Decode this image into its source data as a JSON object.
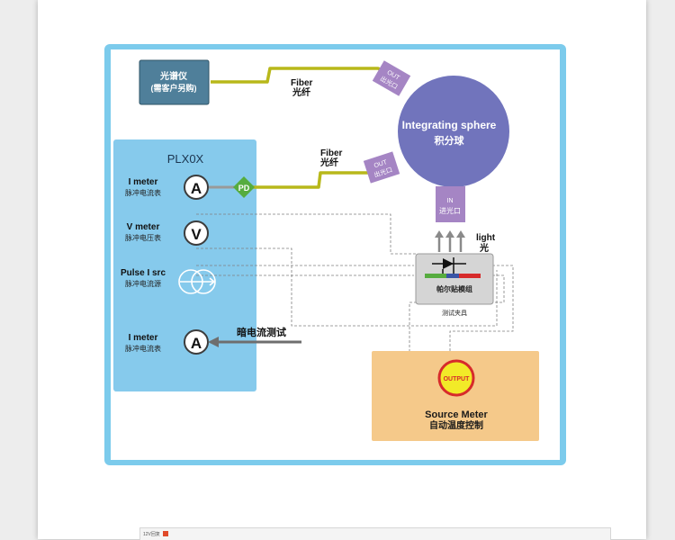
{
  "diagram": {
    "spectrometer": {
      "line1": "光谱仪",
      "line2": "(需客户另购)"
    },
    "fiber_top": {
      "en": "Fiber",
      "zh": "光纤"
    },
    "fiber_mid": {
      "en": "Fiber",
      "zh": "光纤"
    },
    "out_port_top": {
      "en": "OUT",
      "zh": "出光口"
    },
    "out_port_mid": {
      "en": "OUT",
      "zh": "出光口"
    },
    "in_port": {
      "en": "IN",
      "zh": "进光口"
    },
    "sphere": {
      "en": "Integrating sphere",
      "zh": "积分球"
    },
    "plx_panel": {
      "title": "PLX0X",
      "i_meter_1": {
        "label": "I meter",
        "sub": "脉冲电流表",
        "symbol": "A"
      },
      "pd_badge": "PD",
      "v_meter": {
        "label": "V meter",
        "sub": "脉冲电压表",
        "symbol": "V"
      },
      "pulse_src": {
        "label": "Pulse I src",
        "sub": "脉冲电流源"
      },
      "i_meter_2": {
        "label": "I meter",
        "sub": "脉冲电流表",
        "symbol": "A"
      }
    },
    "dark_current": "暗电流测试",
    "light": {
      "en": "light",
      "zh": "光"
    },
    "fixture": {
      "module": "帕尔贴模组",
      "caption": "测试夹具"
    },
    "source_meter": {
      "output": "OUTPUT",
      "line1": "Source Meter",
      "line2": "自动温度控制"
    },
    "colors": {
      "frame_blue": "#7ccbec",
      "panel_blue": "#86caec",
      "spectrometer_fill": "#4f7f9a",
      "fiber": "#b8b81a",
      "sphere": "#7174bc",
      "port_purple": "#a585c4",
      "pd_green": "#56ac3f",
      "orange_box": "#f5c98a",
      "output_yellow": "#f2ea28",
      "output_red": "#d72b2b"
    }
  },
  "next_section": {
    "tab_label": "12V回复"
  }
}
